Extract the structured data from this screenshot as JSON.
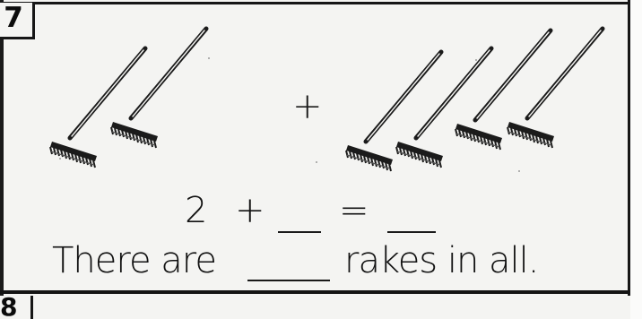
{
  "problem": {
    "number": "7",
    "next_number": "8"
  },
  "picture": {
    "group_a_count": 2,
    "group_b_count": 4,
    "item_icon": "rake-icon",
    "operator": "+"
  },
  "equation": {
    "addend_1": "2",
    "plus": "+",
    "equals": "="
  },
  "sentence": {
    "part_1": "There are",
    "part_2": "rakes in all."
  }
}
